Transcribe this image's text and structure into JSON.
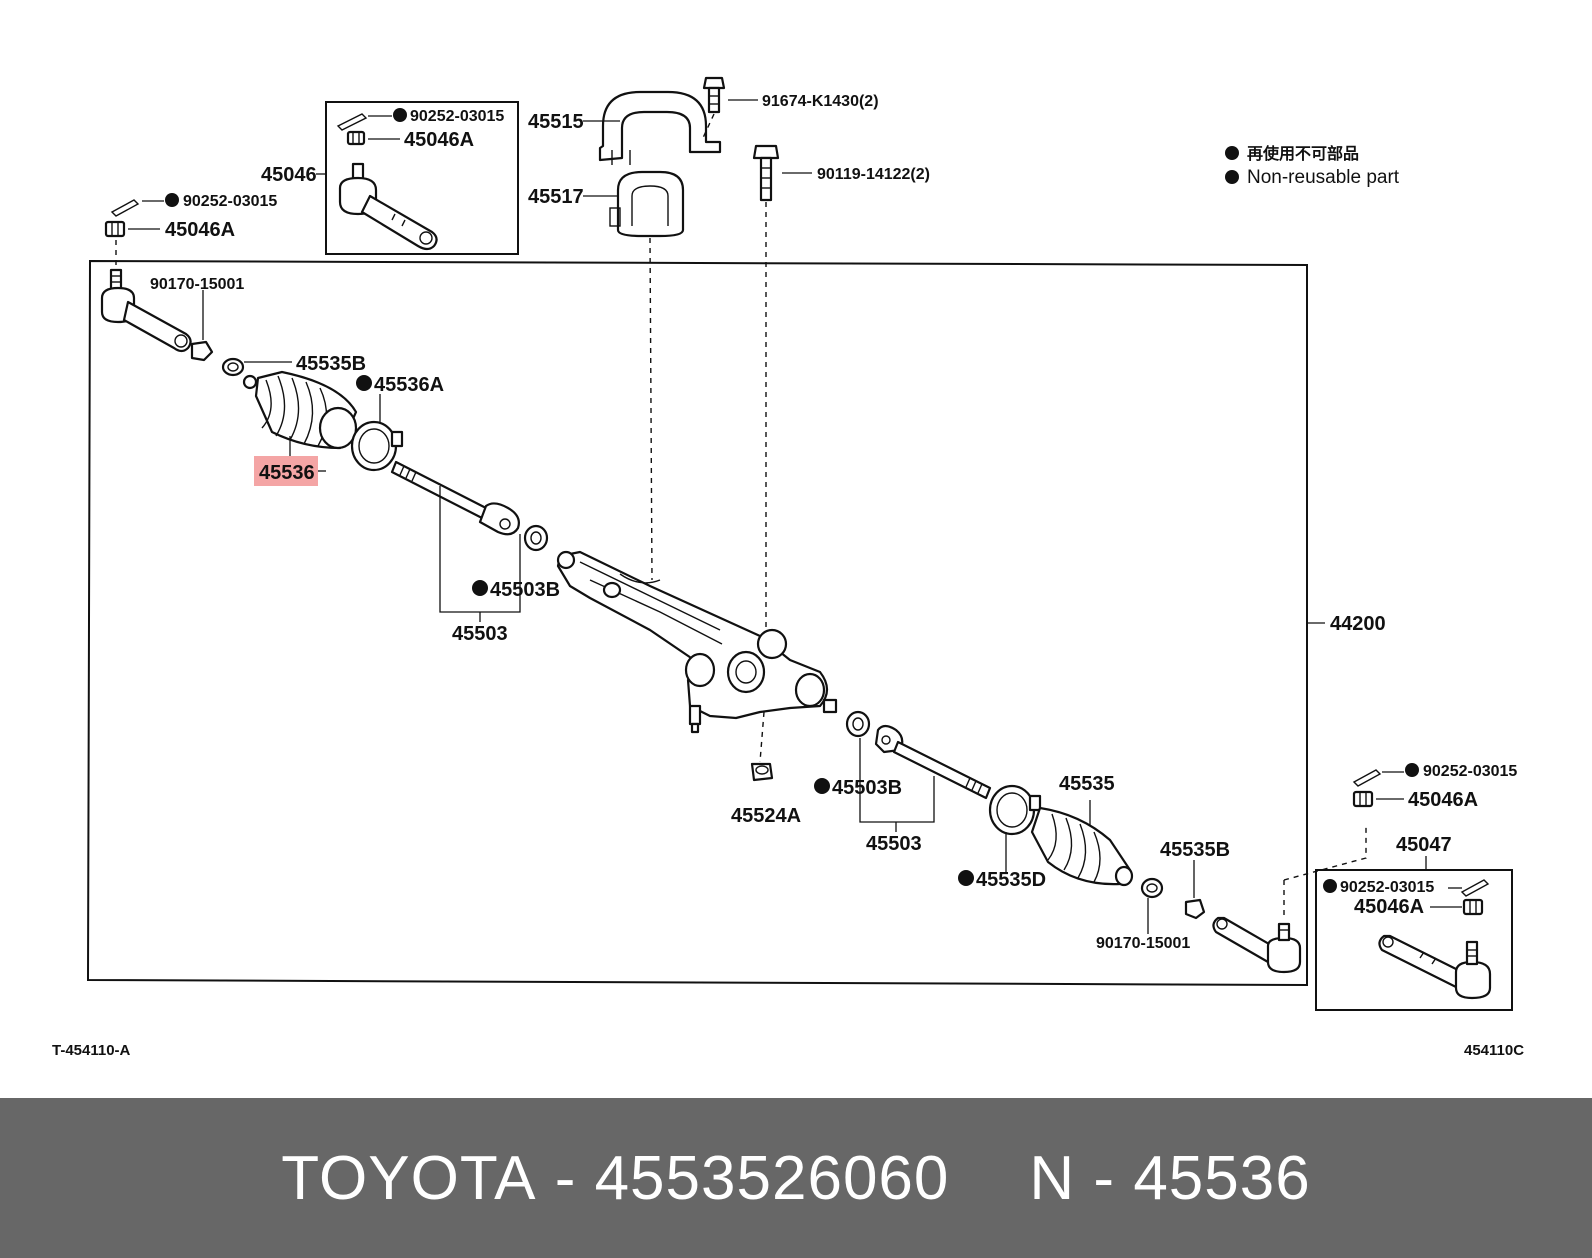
{
  "diagram": {
    "legend": {
      "jp": "再使用不可部品",
      "en": "Non-reusable part"
    },
    "labels": {
      "p45515": "45515",
      "p45517": "45517",
      "p91674": "91674-K1430(2)",
      "p90119": "90119-14122(2)",
      "p45046": "45046",
      "box1_90252": "90252-03015",
      "box1_45046A": "45046A",
      "left_90252": "90252-03015",
      "left_45046A": "45046A",
      "left_90170": "90170-15001",
      "left_45535B": "45535B",
      "p45536A": "45536A",
      "p45536": "45536",
      "left_45503B": "45503B",
      "left_45503": "45503",
      "p44200": "44200",
      "p45524A": "45524A",
      "right_45503B": "45503B",
      "right_45503": "45503",
      "p45535": "45535",
      "right_45535B": "45535B",
      "p45535D": "45535D",
      "right_90170": "90170-15001",
      "right_90252": "90252-03015",
      "right_45046A": "45046A",
      "p45047": "45047",
      "box2_90252": "90252-03015",
      "box2_45046A": "45046A"
    },
    "highlighted_part": "45536",
    "highlight_color": "#f4a5a5",
    "ref_left": "T-454110-A",
    "ref_right": "454110C"
  },
  "footer": {
    "brand": "TOYOTA",
    "sep1": "-",
    "part_number": "4553526060",
    "n_label": "N",
    "sep2": "-",
    "ref_part": "45536",
    "background": "#676767"
  }
}
